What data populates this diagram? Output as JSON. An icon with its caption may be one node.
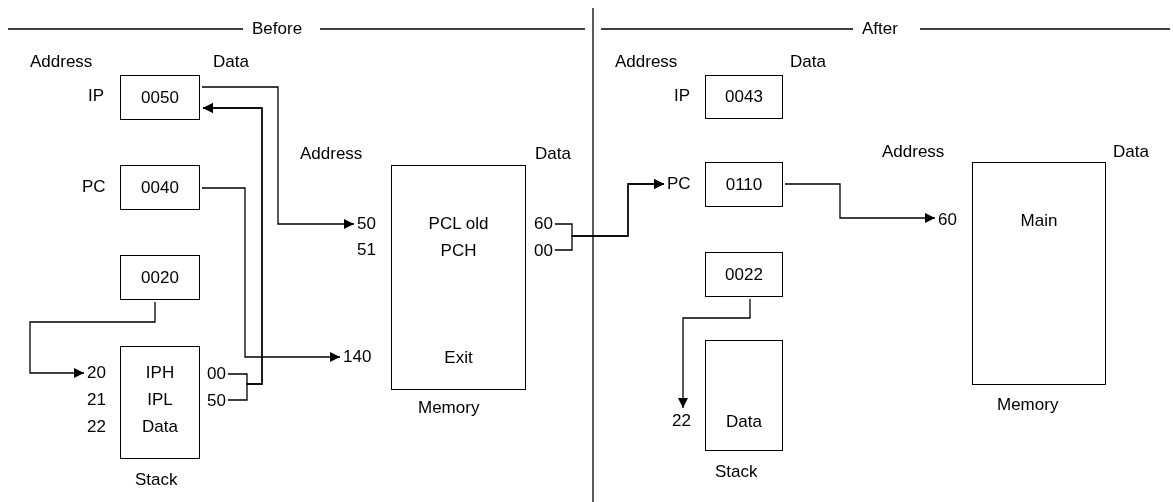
{
  "diagram": {
    "nodes": [
      {
        "text": [
          "0050"
        ],
        "beside": [
          "IP"
        ]
      },
      {
        "text": [
          "0040"
        ],
        "beside": [
          "PC"
        ]
      },
      {
        "text": [
          "0020"
        ]
      },
      {
        "text": [
          "IPH",
          "IPL",
          "Data"
        ],
        "beside": [
          "Stack"
        ]
      },
      {
        "text": [
          "PCL old",
          "PCH",
          "Exit"
        ],
        "beside": [
          "Memory"
        ]
      },
      {
        "text": [
          "50"
        ]
      },
      {
        "text": [
          "140"
        ]
      },
      {
        "text": [
          "20"
        ]
      },
      {
        "text": [
          "00"
        ]
      },
      {
        "text": [
          "50"
        ]
      },
      {
        "text": [
          "60"
        ]
      },
      {
        "text": [
          "00"
        ]
      },
      {
        "text": [
          "0043"
        ],
        "beside": [
          "IP"
        ]
      },
      {
        "text": [
          "PC"
        ]
      },
      {
        "text": [
          "0110"
        ]
      },
      {
        "text": [
          "0022"
        ]
      },
      {
        "text": [
          "Data"
        ],
        "beside": [
          "Stack"
        ]
      },
      {
        "text": [
          "Main"
        ],
        "beside": [
          "Memory"
        ]
      },
      {
        "text": [
          "60"
        ]
      },
      {
        "text": [
          "22"
        ]
      }
    ],
    "edges": [
      {
        "from": 0,
        "to": 5,
        "arrow": "to"
      },
      {
        "from": 1,
        "to": 6,
        "arrow": "to"
      },
      {
        "from": 2,
        "to": 7,
        "arrow": "to"
      },
      {
        "from": 8,
        "to": 0,
        "arrow": "to"
      },
      {
        "from": 9,
        "to": 0,
        "arrow": "to"
      },
      {
        "from": 10,
        "to": 13,
        "arrow": "to"
      },
      {
        "from": 11,
        "to": 13,
        "arrow": "to"
      },
      {
        "from": 14,
        "to": 18,
        "arrow": "to"
      },
      {
        "from": 15,
        "to": 19,
        "arrow": "to"
      }
    ],
    "labels": [
      "Before",
      "After",
      "Address",
      "Data",
      "Address",
      "Data",
      "51",
      "21",
      "22",
      "Address",
      "Data",
      "Address",
      "Data"
    ]
  }
}
